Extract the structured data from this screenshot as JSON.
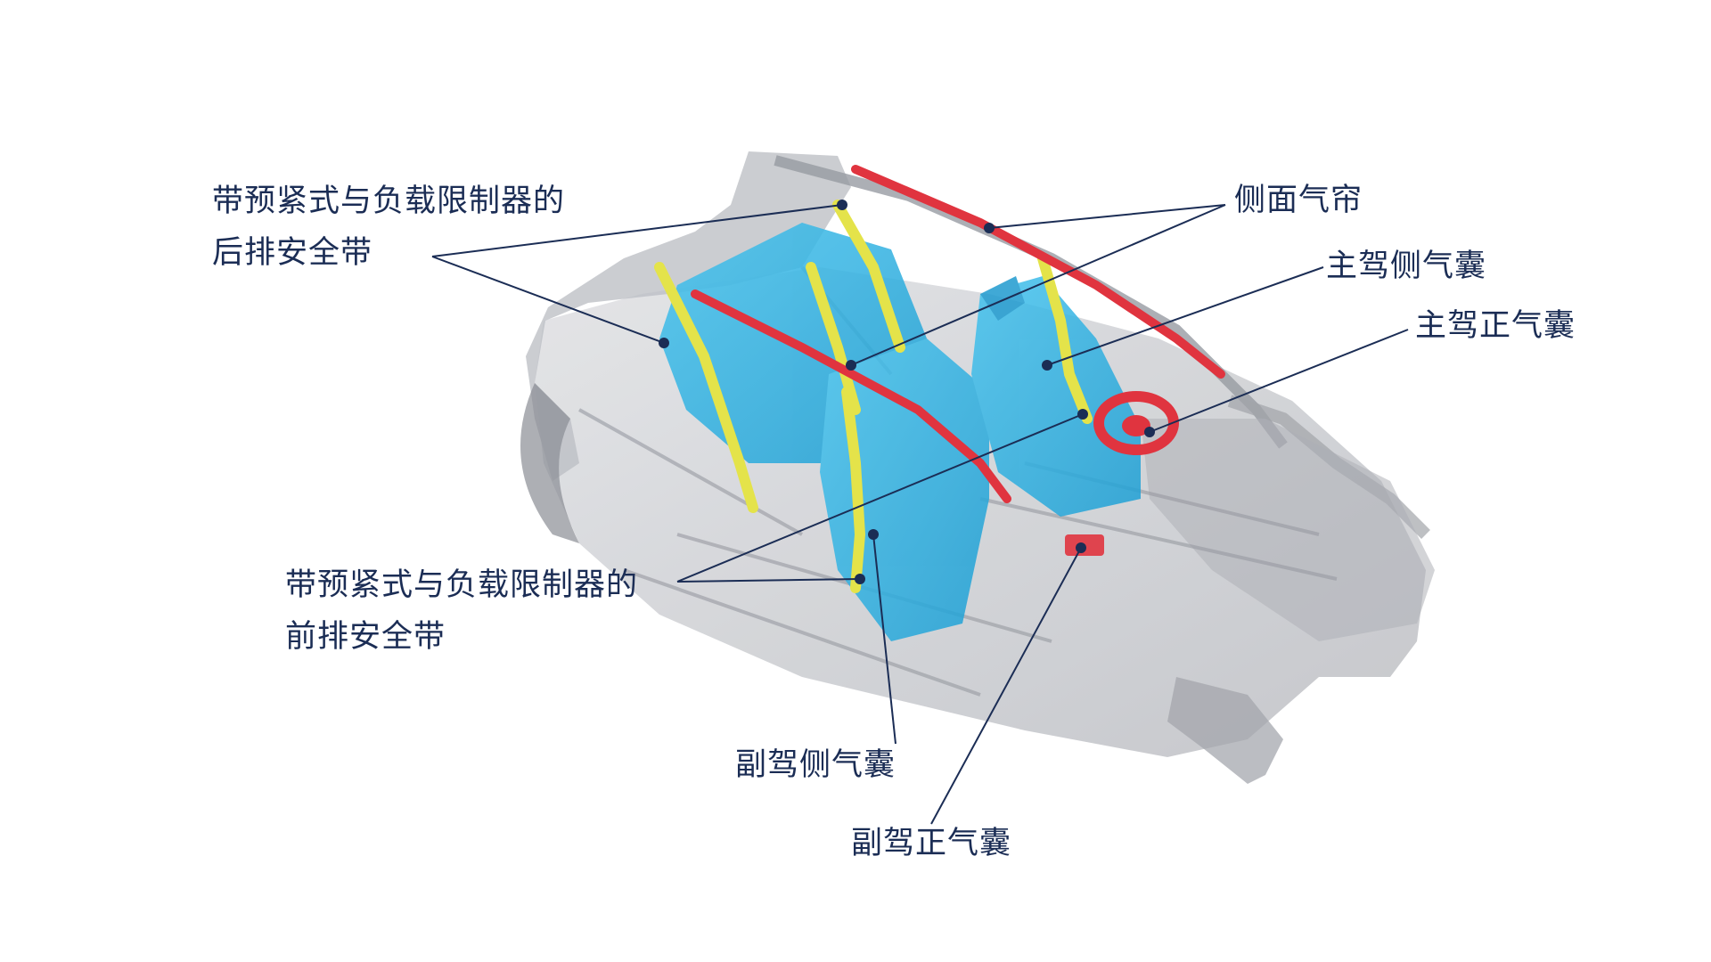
{
  "colors": {
    "label_text": "#1b2d55",
    "leader_line": "#1b2d55",
    "seat_cyan": "#2fb4e6",
    "belt_yellow": "#e4e34a",
    "airbag_red": "#e0343f",
    "frame_grey": "#9ea1a8"
  },
  "labels": {
    "rear_belt": {
      "line1": "带预紧式与负载限制器的",
      "line2": "后排安全带"
    },
    "curtain_airbag": "侧面气帘",
    "driver_side_airbag": "主驾侧气囊",
    "driver_front_airbag": "主驾正气囊",
    "front_belt": {
      "line1": "带预紧式与负载限制器的",
      "line2": "前排安全带"
    },
    "passenger_side_airbag": "副驾侧气囊",
    "passenger_front_airbag": "副驾正气囊"
  },
  "icons": {
    "car_body": "car-body-xray-illustration",
    "marker": "dot-marker"
  }
}
